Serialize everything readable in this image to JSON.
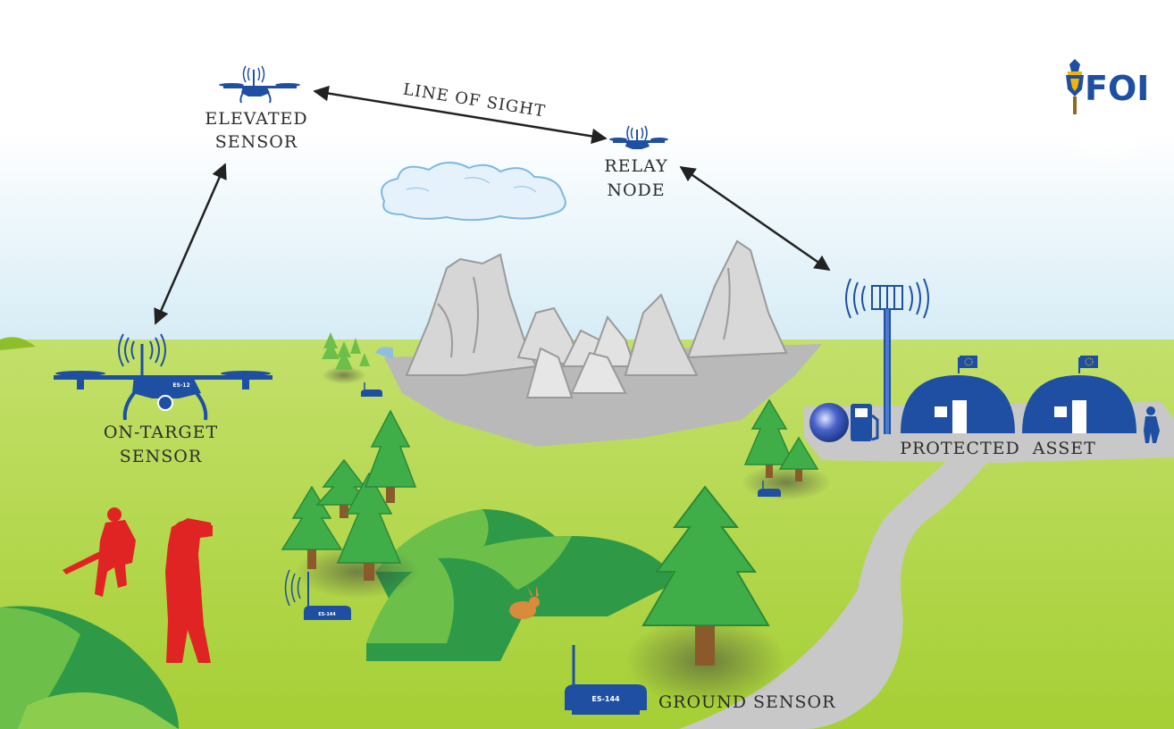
{
  "labels": {
    "elevated_sensor": [
      "ELEVATED",
      "SENSOR"
    ],
    "relay_node": [
      "RELAY",
      "NODE"
    ],
    "on_target_sensor": [
      "ON-TARGET",
      "SENSOR"
    ],
    "line_of_sight": "LINE OF SIGHT",
    "protected_asset": "PROTECTED  ASSET",
    "ground_sensor": "GROUND SENSOR"
  },
  "device_codes": {
    "ground_sensor": "ES-144",
    "hidden_sensor": "ES-144",
    "drone": "ES-12"
  },
  "logo": {
    "text": "FOI"
  },
  "colors": {
    "sky_top": "#ffffff",
    "sky_bottom": "#cfe9f4",
    "grass": "#a9d23a",
    "grass_dark": "#8dbf2a",
    "tree": "#3fae49",
    "tree_dark": "#1f8a3a",
    "hill": "#2e9a47",
    "equipment_blue": "#1e4fa3",
    "enemy_red": "#e02424",
    "road": "#c8c8c8",
    "mountain": "#d4d4d4",
    "label_text": "#2c2c2c"
  }
}
